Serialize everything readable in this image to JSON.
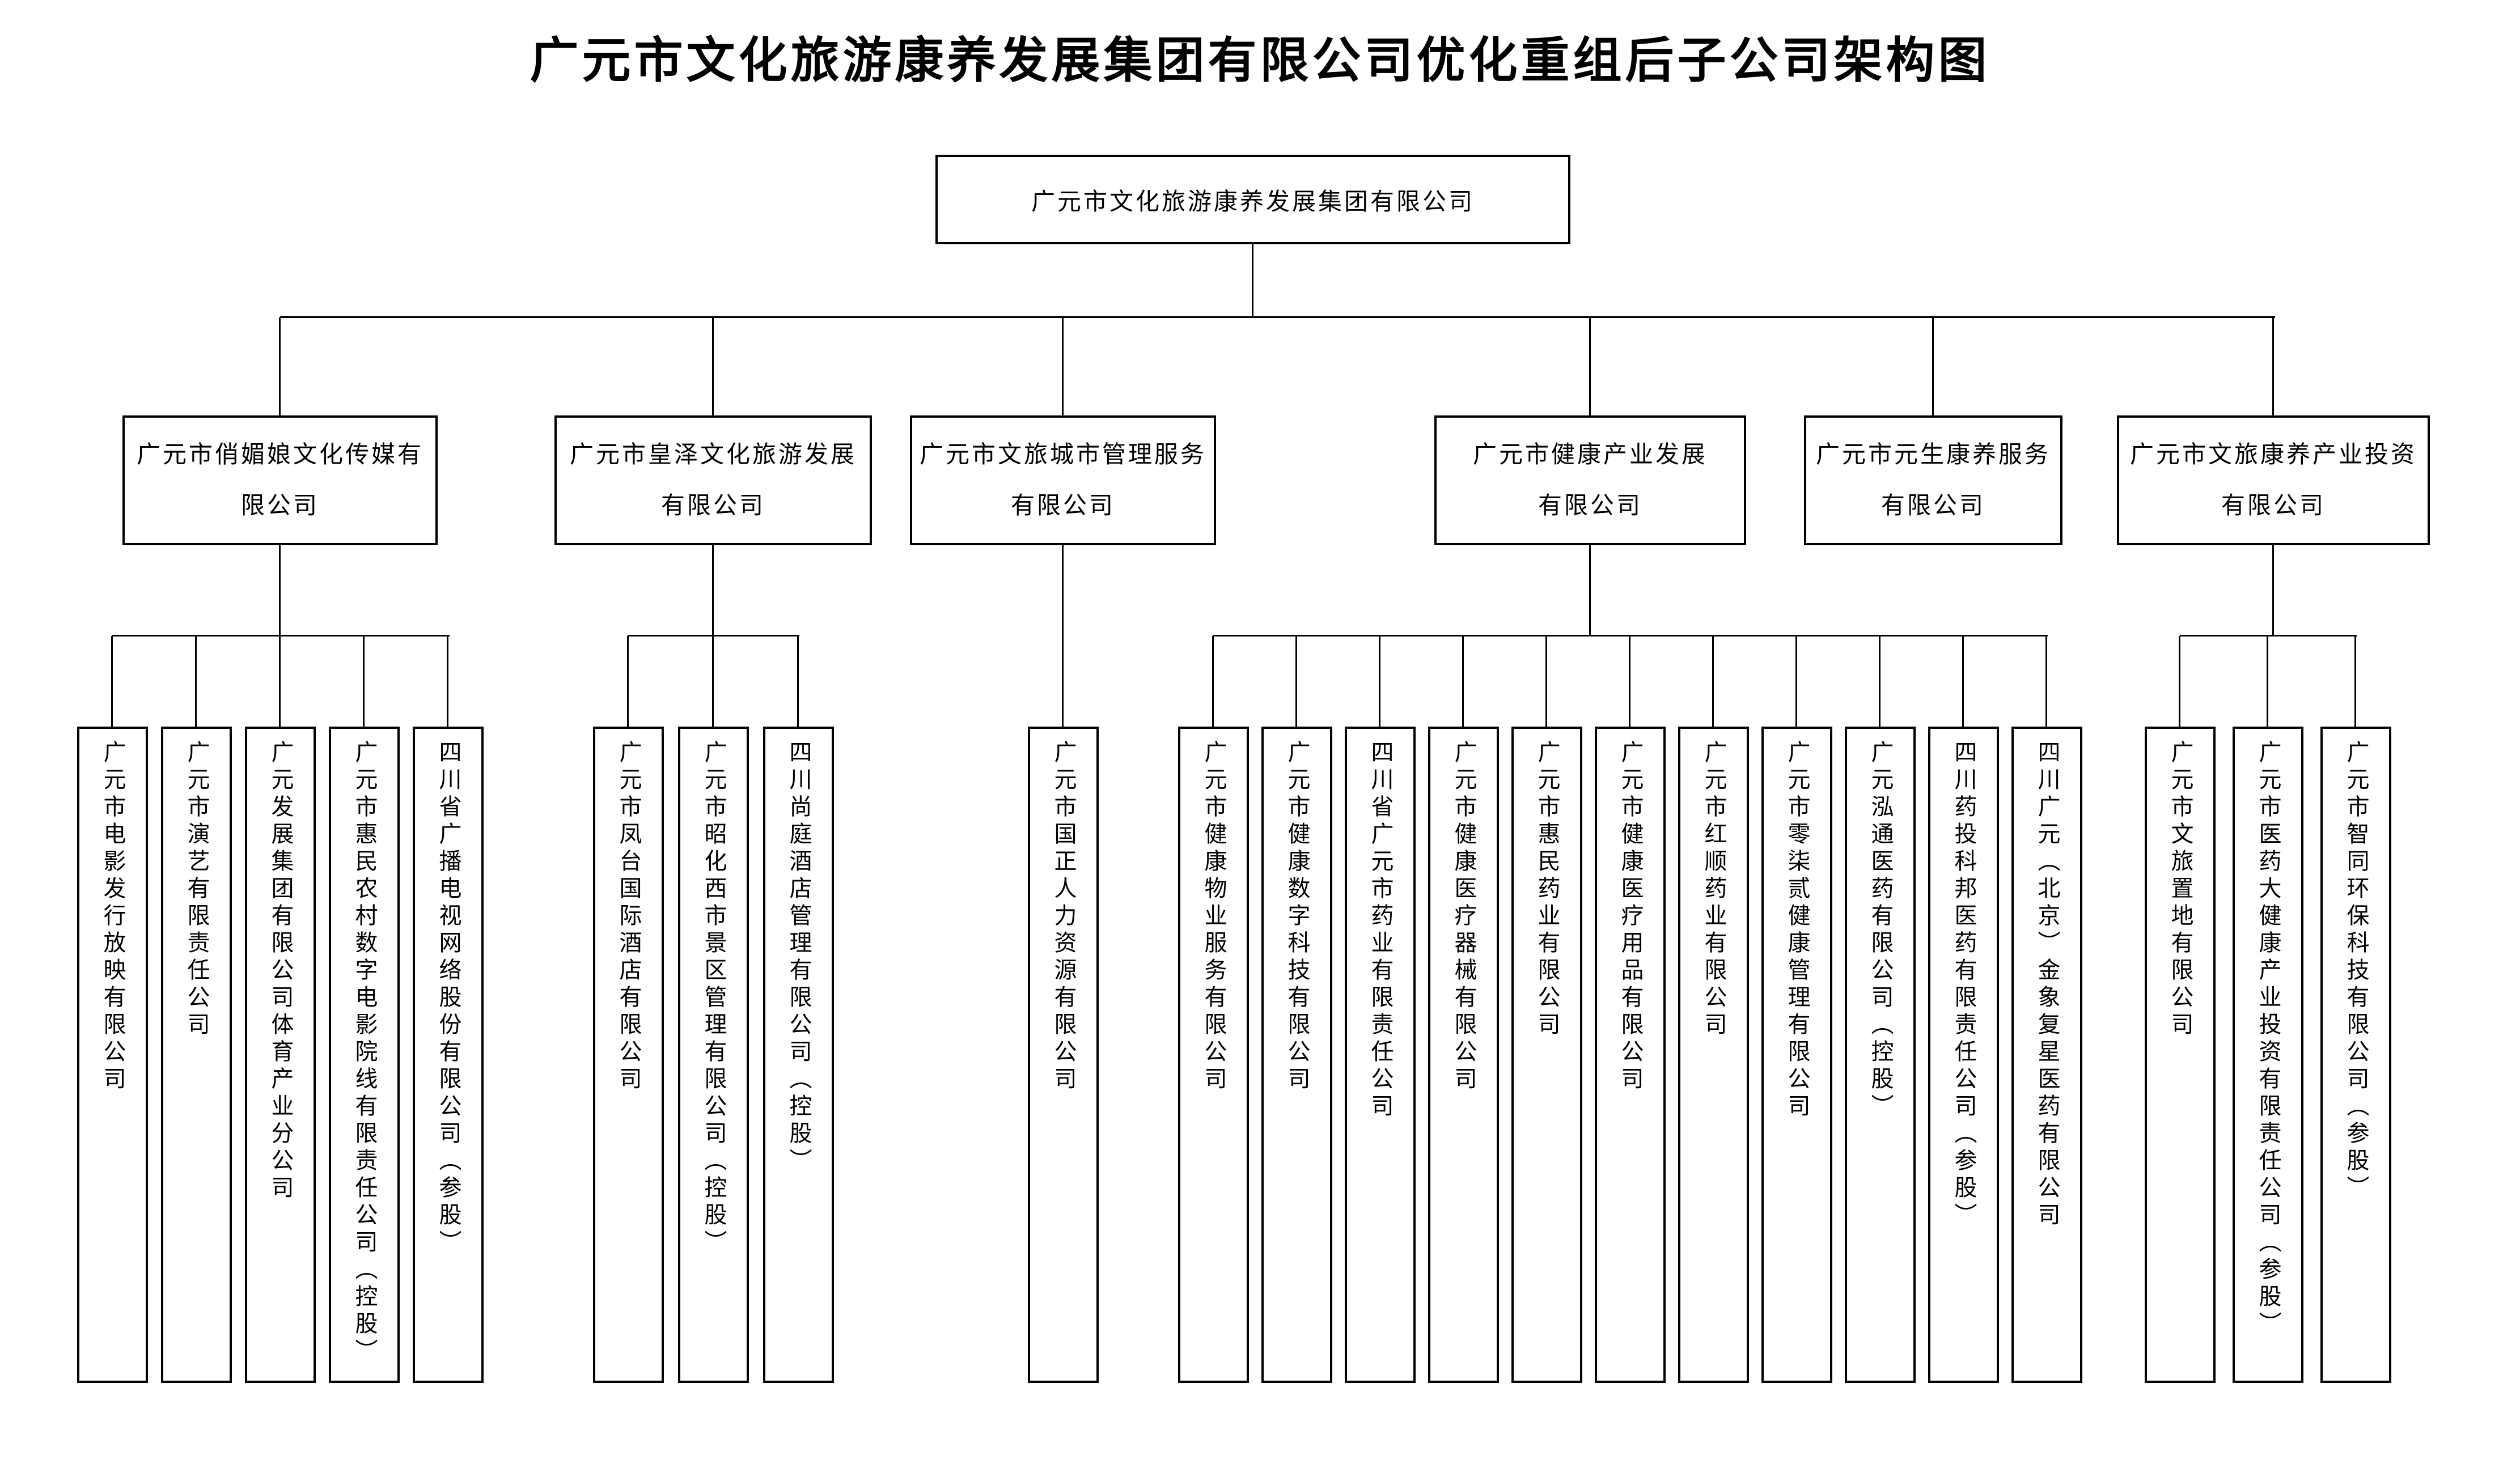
{
  "title": "广元市文化旅游康养发展集团有限公司优化重组后子公司架构图",
  "root": {
    "name": "广元市文化旅游康养发展集团有限公司"
  },
  "groups": [
    {
      "parent": {
        "line1": "广元市俏媚娘文化传媒有",
        "line2": "限公司"
      },
      "children": [
        "广元市电影发行放映有限公司",
        "广元市演艺有限责任公司",
        "广元发展集团有限公司体育产业分公司",
        "广元市惠民农村数字电影院线有限责任公司（控股）",
        "四川省广播电视网络股份有限公司（参股）"
      ]
    },
    {
      "parent": {
        "line1": "广元市皇泽文化旅游发展",
        "line2": "有限公司"
      },
      "children": [
        "广元市凤台国际酒店有限公司",
        "广元市昭化西市景区管理有限公司（控股）",
        "四川尚庭酒店管理有限公司（控股）"
      ]
    },
    {
      "parent": {
        "line1": "广元市文旅城市管理服务",
        "line2": "有限公司"
      },
      "children": [
        "广元市国正人力资源有限公司"
      ]
    },
    {
      "parent": {
        "line1": "广元市健康产业发展",
        "line2": "有限公司"
      },
      "children": [
        "广元市健康物业服务有限公司",
        "广元市健康数字科技有限公司",
        "四川省广元市药业有限责任公司",
        "广元市健康医疗器械有限公司",
        "广元市惠民药业有限公司",
        "广元市健康医疗用品有限公司",
        "广元市红顺药业有限公司",
        "广元市零柒贰健康管理有限公司",
        "广元泓通医药有限公司（控股）",
        "四川药投科邦医药有限责任公司（参股）",
        "四川广元（北京）金象复星医药有限公司"
      ]
    },
    {
      "parent": {
        "line1": "广元市元生康养服务",
        "line2": "有限公司"
      },
      "children": []
    },
    {
      "parent": {
        "line1": "广元市文旅康养产业投资",
        "line2": "有限公司"
      },
      "children": [
        "广元市文旅置地有限公司",
        "广元市医药大健康产业投资有限责任公司（参股）",
        "广元市智同环保科技有限公司（参股）"
      ]
    }
  ]
}
